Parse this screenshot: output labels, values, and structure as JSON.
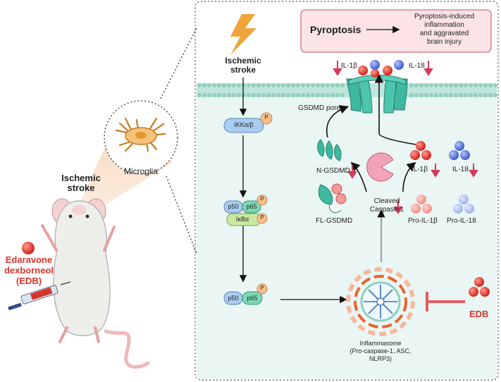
{
  "left_panel": {
    "title_line1": "Ischemic",
    "title_line2": "stroke",
    "microglia_label": "Microglia",
    "drug_line1": "Edaravone",
    "drug_line2": "dexborneol",
    "drug_line3": "(EDB)"
  },
  "right_panel": {
    "trigger_line1": "Ischemic",
    "trigger_line2": "stroke",
    "pyroptosis_label": "Pyroptosis",
    "pyroptosis_effect_line1": "Pyroptosis-induced",
    "pyroptosis_effect_line2": "inflammation",
    "pyroptosis_effect_line3": "and aggravated",
    "pyroptosis_effect_line4": "brain injury",
    "released_il1b": "IL-1β",
    "released_il18": "IL-18",
    "gsdmd_pore": "GSDMD pore",
    "ikk": "IKKα/β",
    "p_mark": "P",
    "p50": "p50",
    "p65": "p65",
    "ikba": "IκBα",
    "n_gsdmd": "N-GSDMD",
    "fl_gsdmd": "FL-GSDMD",
    "cleaved_line1": "Cleaved",
    "cleaved_line2": "Caspase-1",
    "il1b": "IL-1β",
    "il18": "IL-18",
    "pro_il1b": "Pro-IL-1β",
    "pro_il18": "Pro-IL-18",
    "inflammasome_line1": "Inflammasome",
    "inflammasome_line2": "(Pro-caspase-1, ASC,",
    "inflammasome_line3": "NLRP3)",
    "edb": "EDB"
  },
  "colors": {
    "accent_red": "#e0323a",
    "down_arrow": "#d8365a",
    "cell_bg": "#eaf6f4",
    "membrane": "#8fd0c0",
    "gsdmd_teal": "#3fb8a0",
    "il1b_red": "#e8453c",
    "il18_blue": "#5b78d8"
  }
}
